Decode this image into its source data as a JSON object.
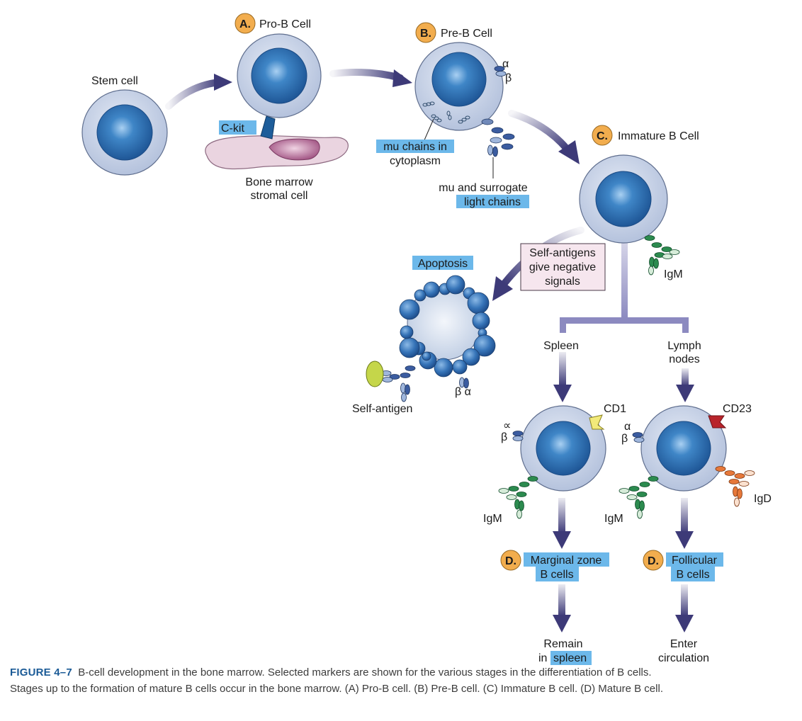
{
  "stages": {
    "pro_b": {
      "letter": "A.",
      "name": "Pro-B Cell"
    },
    "pre_b": {
      "letter": "B.",
      "name": "Pre-B Cell"
    },
    "immature_b": {
      "letter": "C.",
      "name": "Immature B Cell"
    },
    "marginal_zone": {
      "letter": "D.",
      "line1": "Marginal zone",
      "line2": "B cells"
    },
    "follicular": {
      "letter": "D.",
      "line1": "Follicular",
      "line2": "B cells"
    }
  },
  "labels": {
    "stem_cell": "Stem cell",
    "c_kit": "C-kit",
    "stromal_line1": "Bone marrow",
    "stromal_line2": "stromal cell",
    "mu_chains_line1": "mu chains in",
    "mu_chains_line2": "cytoplasm",
    "surrogate_line1": "mu and surrogate",
    "surrogate_line2": "light chains",
    "alpha": "α",
    "beta": "β",
    "alpha_alt": "∝",
    "self_antigens_line1": "Self-antigens",
    "self_antigens_line2": "give negative",
    "self_antigens_line3": "signals",
    "apoptosis": "Apoptosis",
    "self_antigen": "Self-antigen",
    "beta_alpha": "β α",
    "igm": "IgM",
    "igd": "IgD",
    "spleen": "Spleen",
    "lymph_line1": "Lymph",
    "lymph_line2": "nodes",
    "cd1": "CD1",
    "cd23": "CD23",
    "remain_line1": "Remain",
    "remain_in": "in",
    "remain_spleen": "spleen",
    "enter_line1": "Enter",
    "enter_line2": "circulation"
  },
  "caption": {
    "figure_id": "FIGURE 4–7",
    "line1": "B-cell development in the bone marrow. Selected markers are shown for the various stages in the differentiation of B cells.",
    "line2": "Stages up to the formation of mature B cells occur in the bone marrow. (A) Pro-B cell. (B) Pre-B cell. (C) Immature B cell. (D) Mature B cell."
  },
  "colors": {
    "arrow": "#3d3a78",
    "highlight": "#6cb8ea",
    "badge": "#f2ad4e",
    "cell_outer": "#c5d1e6",
    "nucleus": "#2f72b4",
    "igm_green": "#2c8b4f",
    "igd_orange": "#e6783a",
    "cd23_red": "#b8242b",
    "cd1_yellow": "#f2ea7a",
    "stromal": "#ead4e0",
    "signal_box": "#f6e6ee"
  }
}
